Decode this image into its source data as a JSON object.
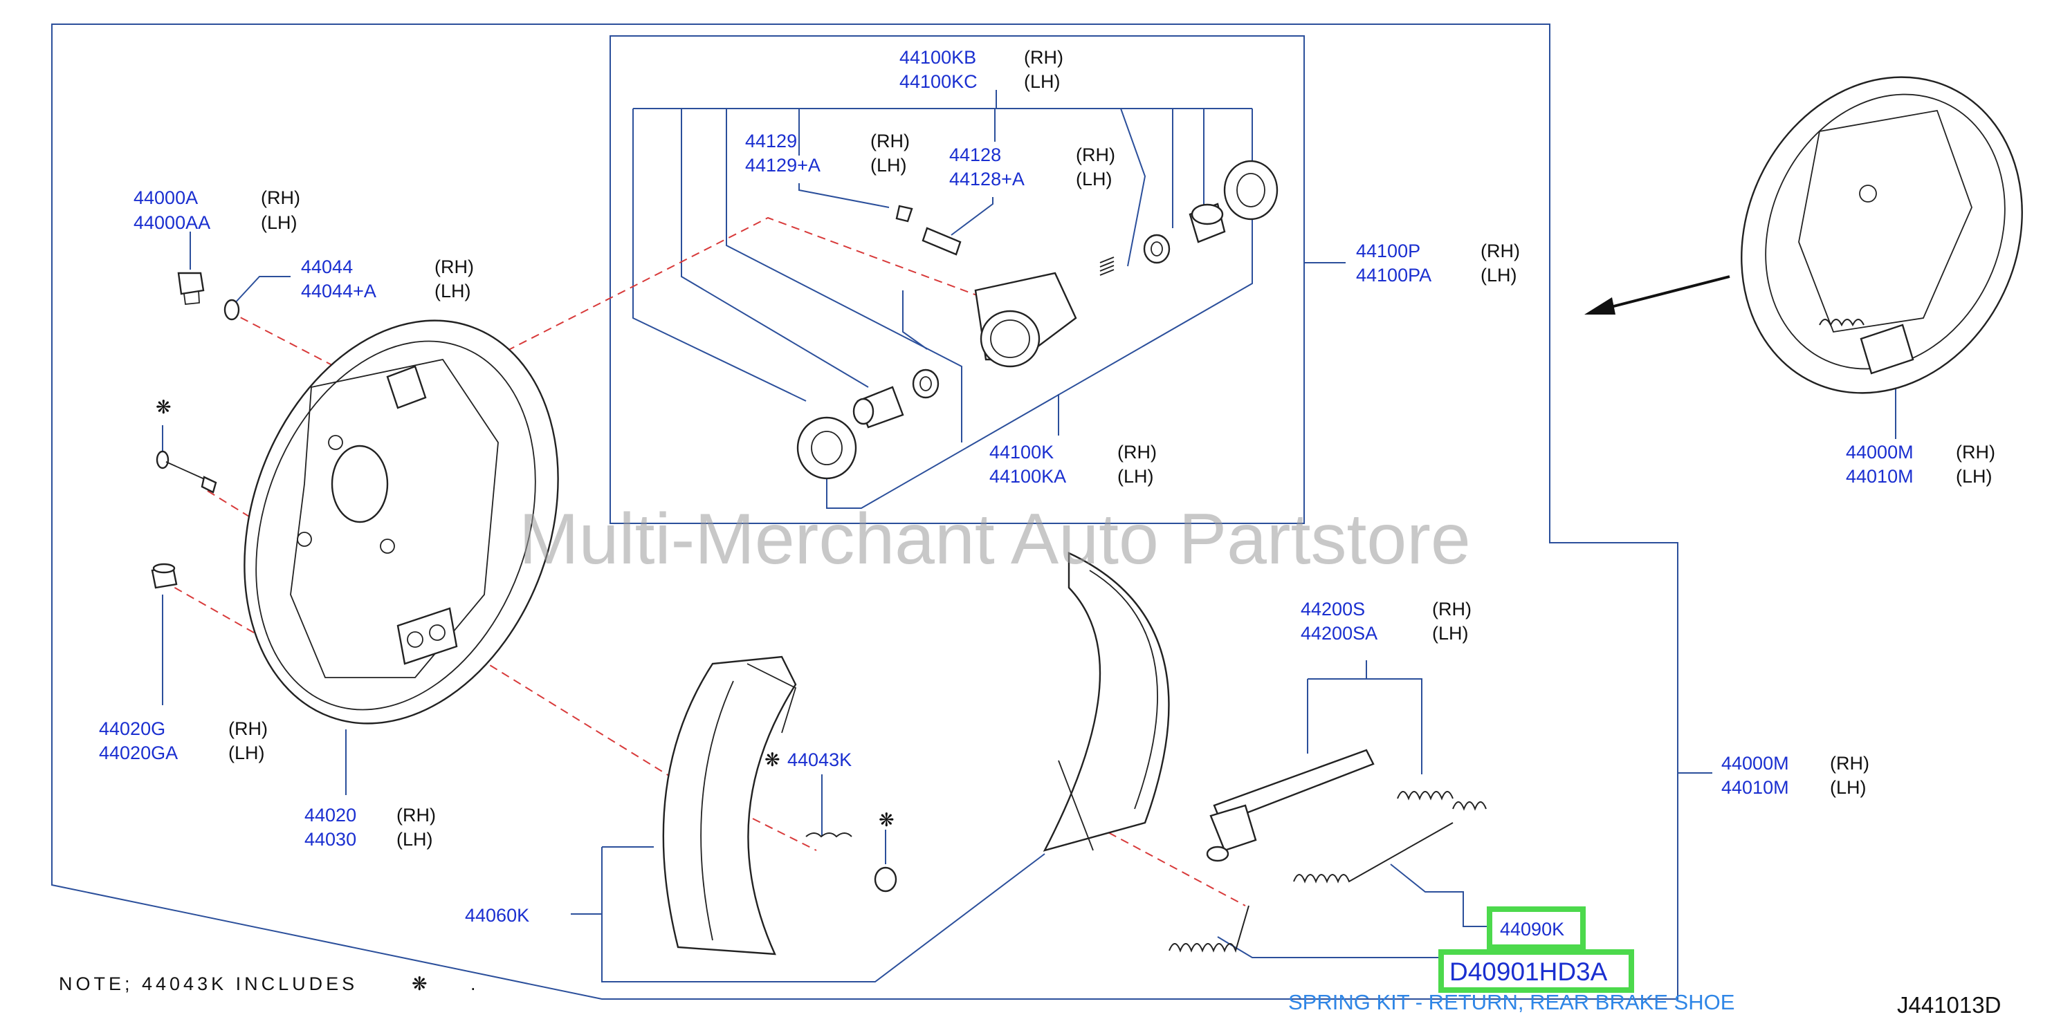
{
  "watermark": "Multi-Merchant Auto Partstore",
  "diagram_ref": "J441013D",
  "note": {
    "text": "NOTE;  44043K  INCLUDES",
    "symbol": "❋",
    "tail": "."
  },
  "highlight": {
    "box1_label": "44090K",
    "box2_label": "D40901HD3A",
    "caption": "SPRING KIT - RETURN, REAR BRAKE SHOE",
    "color": "#4cd94c"
  },
  "parts": {
    "kit_rh": "44100KB",
    "kit_lh": "44100KC",
    "p44129_rh": "44129",
    "p44129_lh": "44129+A",
    "p44128_rh": "44128",
    "p44128_lh": "44128+A",
    "p44000A_rh": "44000A",
    "p44000A_lh": "44000AA",
    "p44044_rh": "44044",
    "p44044_lh": "44044+A",
    "p44100P_rh": "44100P",
    "p44100P_lh": "44100PA",
    "p44100K_rh": "44100K",
    "p44100K_lh": "44100KA",
    "p44000M_top_rh": "44000M",
    "p44000M_top_lh": "44010M",
    "p44020G_rh": "44020G",
    "p44020G_lh": "44020GA",
    "p44020_rh": "44020",
    "p44020_lh": "44030",
    "p44043K": "44043K",
    "p44200S_rh": "44200S",
    "p44200S_lh": "44200SA",
    "p44000M_right_rh": "44000M",
    "p44000M_right_lh": "44010M",
    "p44060K": "44060K"
  },
  "side_labels": {
    "rh": "(RH)",
    "lh": "(LH)"
  },
  "colors": {
    "part_number": "#1a2fd0",
    "leader": "#2b4f9b",
    "dashed": "#d83a3a",
    "caption": "#2f86e6"
  }
}
